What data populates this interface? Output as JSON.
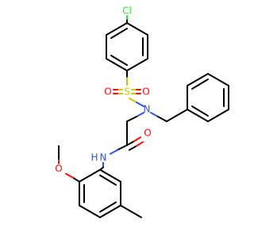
{
  "molecule": {
    "atoms": {
      "cl": {
        "label": "Cl",
        "color": "#1ff01f"
      },
      "s": {
        "label": "S",
        "color": "#c8c800"
      },
      "o_s_left": {
        "label": "O",
        "color": "#ff0d0d"
      },
      "o_s_right": {
        "label": "O",
        "color": "#ff0d0d"
      },
      "n_sulfonamide": {
        "label": "N",
        "color": "#3050f8"
      },
      "o_amide": {
        "label": "O",
        "color": "#ff0d0d"
      },
      "n_amide": {
        "label": "N",
        "color": "#3050f8"
      },
      "h_amide": {
        "label": "H",
        "color": "#3050f8"
      },
      "o_methoxy": {
        "label": "O",
        "color": "#ff0d0d"
      }
    }
  }
}
